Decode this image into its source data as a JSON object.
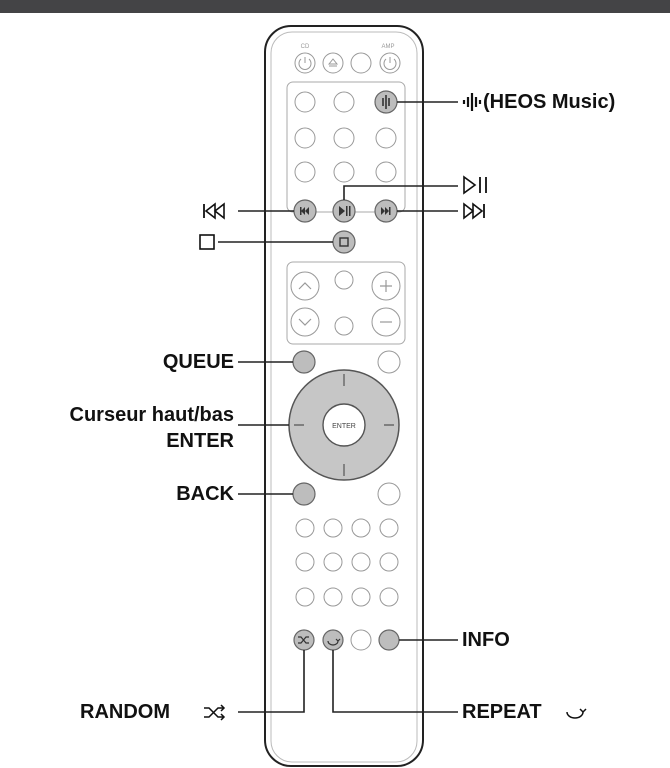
{
  "header": {
    "bar_color": "#444446"
  },
  "remote": {
    "body_color": "#ffffff",
    "outline_color": "#222222",
    "highlight_color": "#bdbdbd",
    "button_labels": {
      "power_left": "CD",
      "power_right": "AMP",
      "enter": "ENTER"
    }
  },
  "labels": {
    "heos_music": "(HEOS Music)",
    "queue": "QUEUE",
    "cursor_line1": "Curseur haut/bas",
    "cursor_line2": "ENTER",
    "back": "BACK",
    "info": "INFO",
    "random": "RANDOM",
    "repeat": "REPEAT"
  },
  "icons": {
    "heos": "heos-icon",
    "play_pause": "play-pause-icon",
    "previous": "skip-back-icon",
    "next": "skip-forward-icon",
    "stop": "stop-icon",
    "shuffle": "shuffle-icon",
    "repeat": "repeat-icon"
  }
}
